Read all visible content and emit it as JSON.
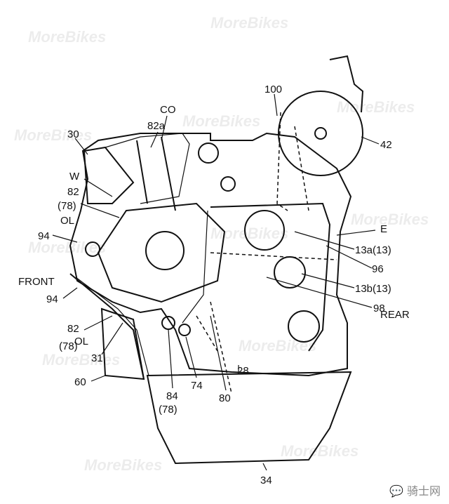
{
  "watermark": "MoreBikes",
  "logo_text": "骑士网",
  "labels": {
    "co": "CO",
    "l82a": "82a",
    "l30": "30",
    "l100": "100",
    "l42": "42",
    "w": "W",
    "l82_top": "82",
    "l78_top": "(78)",
    "ol_top": "OL",
    "l94_top": "94",
    "e": "E",
    "l13a": "13a(13)",
    "front": "FRONT",
    "l96": "96",
    "l94_bot": "94",
    "l13b": "13b(13)",
    "l98": "98",
    "rear": "REAR",
    "l82_bot": "82",
    "l78_bot": "(78)",
    "ol_bot": "OL",
    "l31": "31",
    "l60": "60",
    "l84": "84",
    "l78_84": "(78)",
    "l74": "74",
    "l80": "80",
    "l28": "28",
    "l34": "34"
  }
}
